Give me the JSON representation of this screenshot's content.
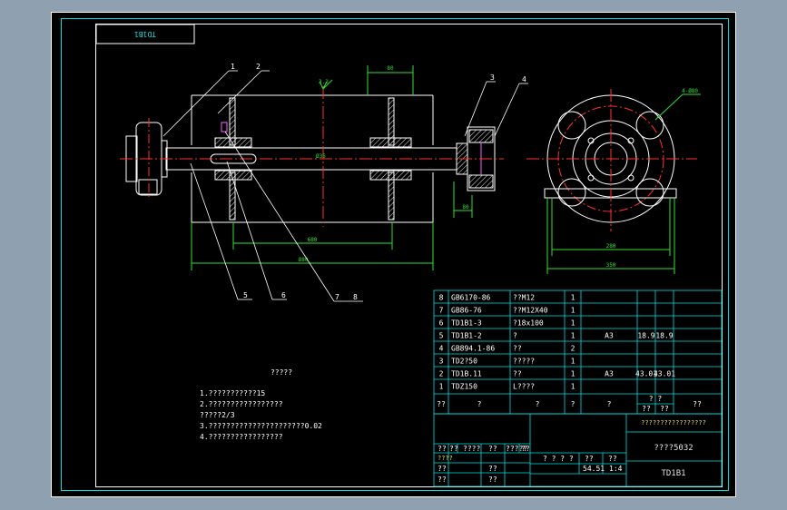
{
  "drawing": {
    "title_box_top": "TD1B1",
    "balloons": [
      "1",
      "2",
      "3",
      "4",
      "5",
      "6",
      "7",
      "8"
    ],
    "dims": {
      "top_small": "80",
      "right_small": "80",
      "shaft_dia": "Ø35",
      "inner_span": "680",
      "overall_len": "880",
      "end_dia": "280",
      "end_overall": "350",
      "holes": "4-Ø80",
      "surface_mark": "3.2"
    }
  },
  "notes": {
    "heading": "?????",
    "lines": [
      "1.???????????15",
      "2.?????????????????",
      "?????2/3",
      "3.??????????????????????0.02",
      "4.?????????????????"
    ]
  },
  "bom": {
    "rows": [
      {
        "no": "8",
        "code": "GB6170-86",
        "name": "??M12",
        "qty": "1",
        "mat": "",
        "w1": "",
        "w2": ""
      },
      {
        "no": "7",
        "code": "GB86-76",
        "name": "??M12X40",
        "qty": "1",
        "mat": "",
        "w1": "",
        "w2": ""
      },
      {
        "no": "6",
        "code": "TD1B1-3",
        "name": "?18x100",
        "qty": "1",
        "mat": "",
        "w1": "",
        "w2": ""
      },
      {
        "no": "5",
        "code": "TD1B1-2",
        "name": "?",
        "qty": "1",
        "mat": "A3",
        "w1": "18.9",
        "w2": "18.9"
      },
      {
        "no": "4",
        "code": "GB894.1-86",
        "name": "??",
        "qty": "2",
        "mat": "",
        "w1": "",
        "w2": ""
      },
      {
        "no": "3",
        "code": "TD2?50",
        "name": "?????",
        "qty": "1",
        "mat": "",
        "w1": "",
        "w2": ""
      },
      {
        "no": "2",
        "code": "TD1B.11",
        "name": "??",
        "qty": "1",
        "mat": "A3",
        "w1": "43.01",
        "w2": "43.01"
      },
      {
        "no": "1",
        "code": "TDZ150",
        "name": "L????",
        "qty": "1",
        "mat": "",
        "w1": "",
        "w2": ""
      }
    ],
    "header": {
      "no": "??",
      "code": "?",
      "name": "?",
      "qty": "?",
      "mat": "?",
      "w": "? ?",
      "remark": "??"
    },
    "header_w_top": "? ?",
    "header_w_sub1": "??",
    "header_w_sub2": "??"
  },
  "title_block": {
    "company": "?????????????????",
    "model": "????5032",
    "drawing_no": "TD1B1",
    "row_a": [
      "??",
      "??",
      "????",
      "??",
      "?????",
      "??"
    ],
    "row_b": [
      "????"
    ],
    "row_c": [
      "??",
      "??"
    ],
    "row_d": [
      "??",
      "??"
    ],
    "stage_row": [
      "? ? ? ?",
      "??",
      "??"
    ],
    "scale_row": [
      "54.51",
      "1:4"
    ]
  },
  "colors": {
    "background": "#000000",
    "frame": "#00e0e0",
    "outline": "#ffffff",
    "centerline": "#ff3030",
    "dimension": "#30e030",
    "leader": "#ffffff"
  }
}
